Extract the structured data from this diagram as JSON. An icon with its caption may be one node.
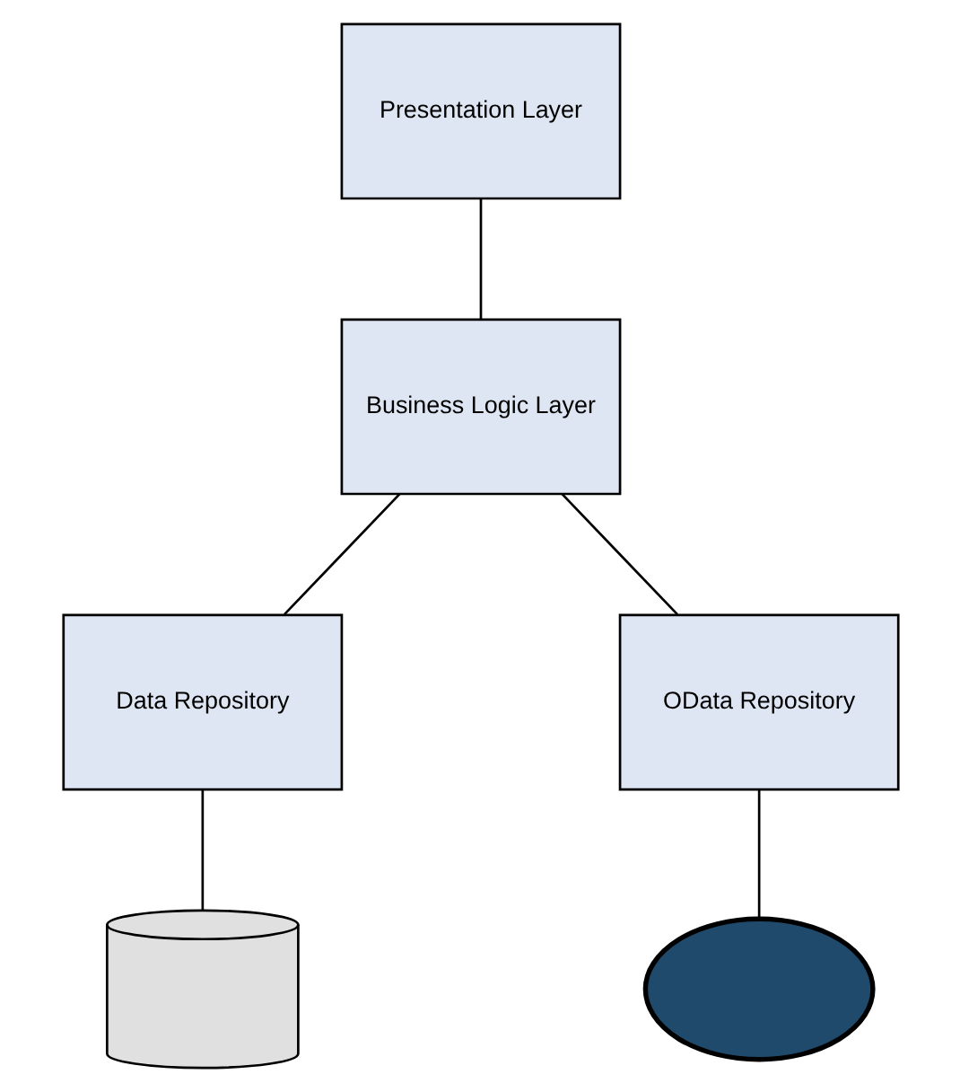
{
  "diagram": {
    "nodes": [
      {
        "text": [
          "Presentation Layer"
        ]
      },
      {
        "text": [
          "Business Logic Layer"
        ]
      },
      {
        "text": [
          "Data Repository"
        ]
      },
      {
        "text": [
          "OData Repository"
        ]
      },
      {
        "text": [],
        "shape": "cylinder"
      },
      {
        "text": [],
        "shape": "cloud"
      }
    ],
    "edges": [
      {
        "from": 0,
        "to": 1,
        "arrow": "none"
      },
      {
        "from": 1,
        "to": 2,
        "arrow": "none"
      },
      {
        "from": 1,
        "to": 3,
        "arrow": "none"
      },
      {
        "from": 2,
        "to": 4,
        "arrow": "none"
      },
      {
        "from": 3,
        "to": 5,
        "arrow": "none"
      }
    ]
  }
}
